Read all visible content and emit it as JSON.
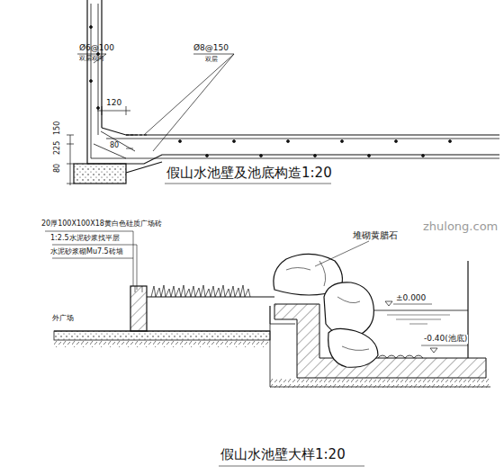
{
  "diagram": {
    "labels": [
      "Ø6@100",
      "双层双向",
      "Ø8@150",
      "双层",
      "120",
      "150",
      "225",
      "80",
      "80",
      "假山水池壁及池底构造1:20",
      "20厚100X100X18黄白色硅质广场砖",
      "1:2.5水泥砂浆找平层",
      "水泥砂浆砌Mu7.5砖墙",
      "外广场",
      "堆砌黄腊石",
      "±0.000",
      "-0.40(池底)",
      "假山水池壁大样1:20",
      "zhulong.com"
    ]
  }
}
